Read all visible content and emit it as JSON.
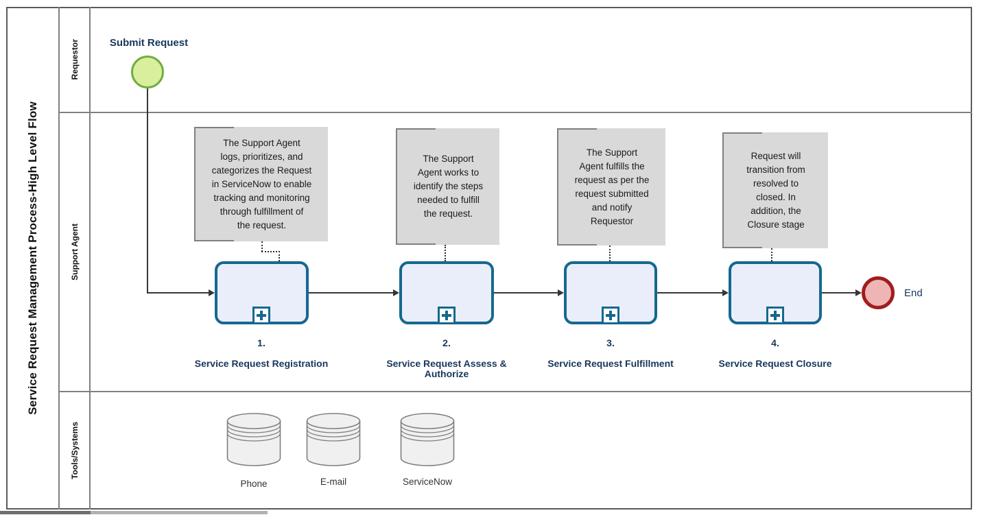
{
  "diagram": {
    "title": "Service Request Management Process-High Level Flow",
    "lanes": [
      "Requestor",
      "Support Agent",
      "Tools/Systems"
    ]
  },
  "events": {
    "start_label": "Submit Request",
    "end_label": "End"
  },
  "tasks": [
    {
      "number": "1.",
      "name": "Service Request Registration",
      "annotation": "The Support Agent\nlogs, prioritizes, and\ncategorizes the Request\nin ServiceNow to enable\ntracking and monitoring\nthrough fulfillment of\nthe request."
    },
    {
      "number": "2.",
      "name": "Service Request Assess &\nAuthorize",
      "annotation": "The Support\nAgent works to\nidentify the steps\nneeded to fulfill\nthe request."
    },
    {
      "number": "3.",
      "name": "Service Request Fulfillment",
      "annotation": "The Support\nAgent fulfills the\nrequest as per the\nrequest submitted\nand notify\nRequestor"
    },
    {
      "number": "4.",
      "name": "Service Request Closure",
      "annotation": "Request will\ntransition from\nresolved to\nclosed. In\naddition, the\nClosure stage"
    }
  ],
  "data_stores": [
    "Phone",
    "E-mail",
    "ServiceNow"
  ],
  "colors": {
    "task-border": "#15688F",
    "task-fill": "#EAEEFA",
    "start-border": "#6FAE3E",
    "start-fill": "#D9EF9E",
    "end-border": "#A11D1D",
    "end-fill": "#EFB4B4",
    "annotation-fill": "#D9D9D9",
    "annotation-border": "#808080",
    "label-navy": "#17365C",
    "line-gray": "#808080",
    "flow-black": "#363636",
    "store-fill": "#F0F0F0",
    "store-stroke": "#7F7F7F"
  }
}
